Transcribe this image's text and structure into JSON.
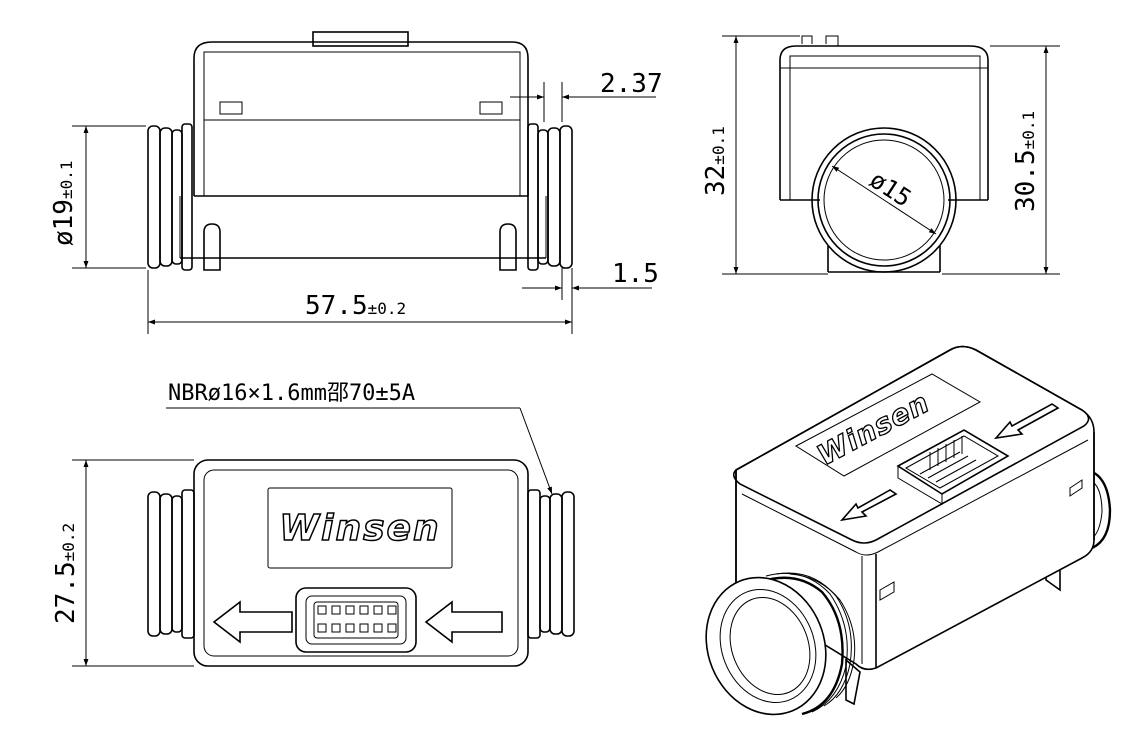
{
  "front_view": {
    "dim_top_gap": "2.37",
    "dim_bottom_gap": "1.5",
    "dim_length": "57.5",
    "dim_length_tol": "±0.2",
    "dim_diameter": "ø19",
    "dim_diameter_tol": "±0.1"
  },
  "side_view": {
    "dim_total_height": "32",
    "dim_total_height_tol": "±0.1",
    "dim_axis_height": "30.5",
    "dim_axis_height_tol": "±0.1",
    "dim_bore": "ø15"
  },
  "top_view": {
    "oring_spec": "NBRø16×1.6mm邵70±5A",
    "brand": "Winsen",
    "dim_width": "27.5",
    "dim_width_tol": "±0.2"
  },
  "iso_view": {
    "brand": "Winsen"
  }
}
